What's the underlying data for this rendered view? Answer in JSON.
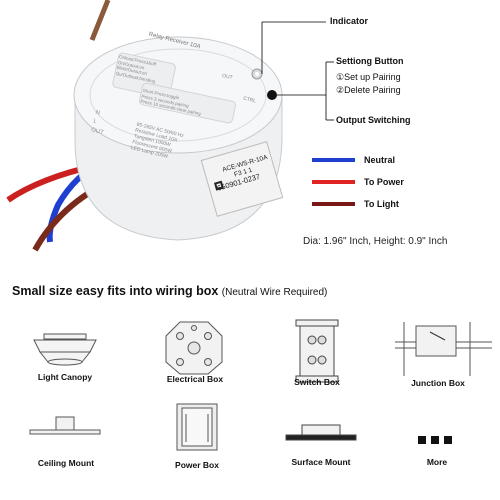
{
  "device": {
    "top_label": "Relay Receiver 10A",
    "left_text": [
      "Onload:Press1&off",
      "On/Outout:on",
      "Blink/Outout:on",
      "Qu/Outload:bonding"
    ],
    "out_label": "OUT",
    "short_press": [
      "Short Press:toggle",
      "Press 3 seconds:pairing",
      "Press 10 seconds:clear pairing"
    ],
    "ctrl_label": "CTRL",
    "terminals": [
      "N",
      "L",
      "OUT"
    ],
    "specs": [
      "85-265V AC 50/60 Hz",
      "Resistive Load 10A",
      "Tungsten 1000W",
      "Fluorescent 600W",
      "LED Lamp 200W"
    ],
    "sticker_model": "ACE-WS-R-10A",
    "sticker_code": "F3 1 1",
    "sticker_serial": "650901-0237"
  },
  "callouts": {
    "indicator": "Indicator",
    "setting_button": "Settiong Button",
    "step1": "①Set up Pairing",
    "step2": "②Delete Pairing",
    "output_switching": "Output Switching"
  },
  "wires": [
    {
      "label": "Neutral",
      "color": "#1f3fd0"
    },
    {
      "label": "To Power",
      "color": "#e02424"
    },
    {
      "label": "To Light",
      "color": "#7a1616"
    }
  ],
  "dimensions": "Dia: 1.96\" Inch, Height: 0.9\" Inch",
  "headline": {
    "main": "Small size easy fits into wiring box",
    "note": "(Neutral Wire Required)"
  },
  "items": [
    {
      "label": "Light Canopy",
      "icon": "light-canopy-icon"
    },
    {
      "label": "Electrical Box",
      "icon": "electrical-box-icon"
    },
    {
      "label": "Switch Box",
      "icon": "switch-box-icon"
    },
    {
      "label": "Junction Box",
      "icon": "junction-box-icon"
    },
    {
      "label": "Ceiling Mount",
      "icon": "ceiling-mount-icon"
    },
    {
      "label": "Power Box",
      "icon": "power-box-icon"
    },
    {
      "label": "Surface Mount",
      "icon": "surface-mount-icon"
    },
    {
      "label": "More",
      "icon": "more-icon"
    }
  ]
}
